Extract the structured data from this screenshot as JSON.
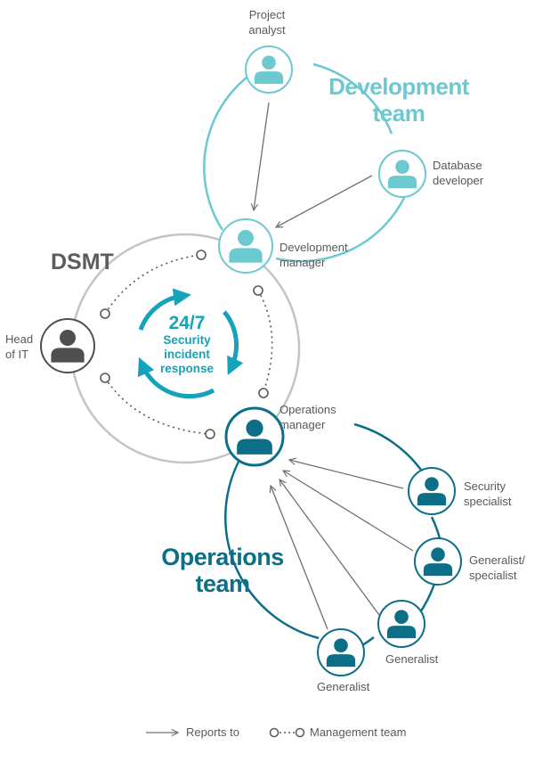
{
  "teams": {
    "development": "Development\nteam",
    "operations": "Operations\nteam",
    "dsmt": "DSMT"
  },
  "center": {
    "big": "24/7",
    "line1": "Security",
    "line2": "incident",
    "line3": "response"
  },
  "roles": {
    "project_analyst": "Project\nanalyst",
    "database_developer": "Database\ndeveloper",
    "development_manager": "Development\nmanager",
    "head_of_it": "Head\nof IT",
    "operations_manager": "Operations\nmanager",
    "security_specialist": "Security\nspecialist",
    "generalist_specialist": "Generalist/\nspecialist",
    "generalist_a": "Generalist",
    "generalist_b": "Generalist"
  },
  "legend": {
    "reports_to": "Reports to",
    "management_team": "Management team"
  },
  "colors": {
    "dev": "#6cc9d0",
    "ops": "#0c6f87",
    "dsmt": "#c4c4c4",
    "head": "#4d4f51",
    "cycle": "#15a2ba",
    "arrow": "#6d7073"
  },
  "icons": [
    "person-icon",
    "arrow-icon",
    "cycle-arrows-icon"
  ]
}
